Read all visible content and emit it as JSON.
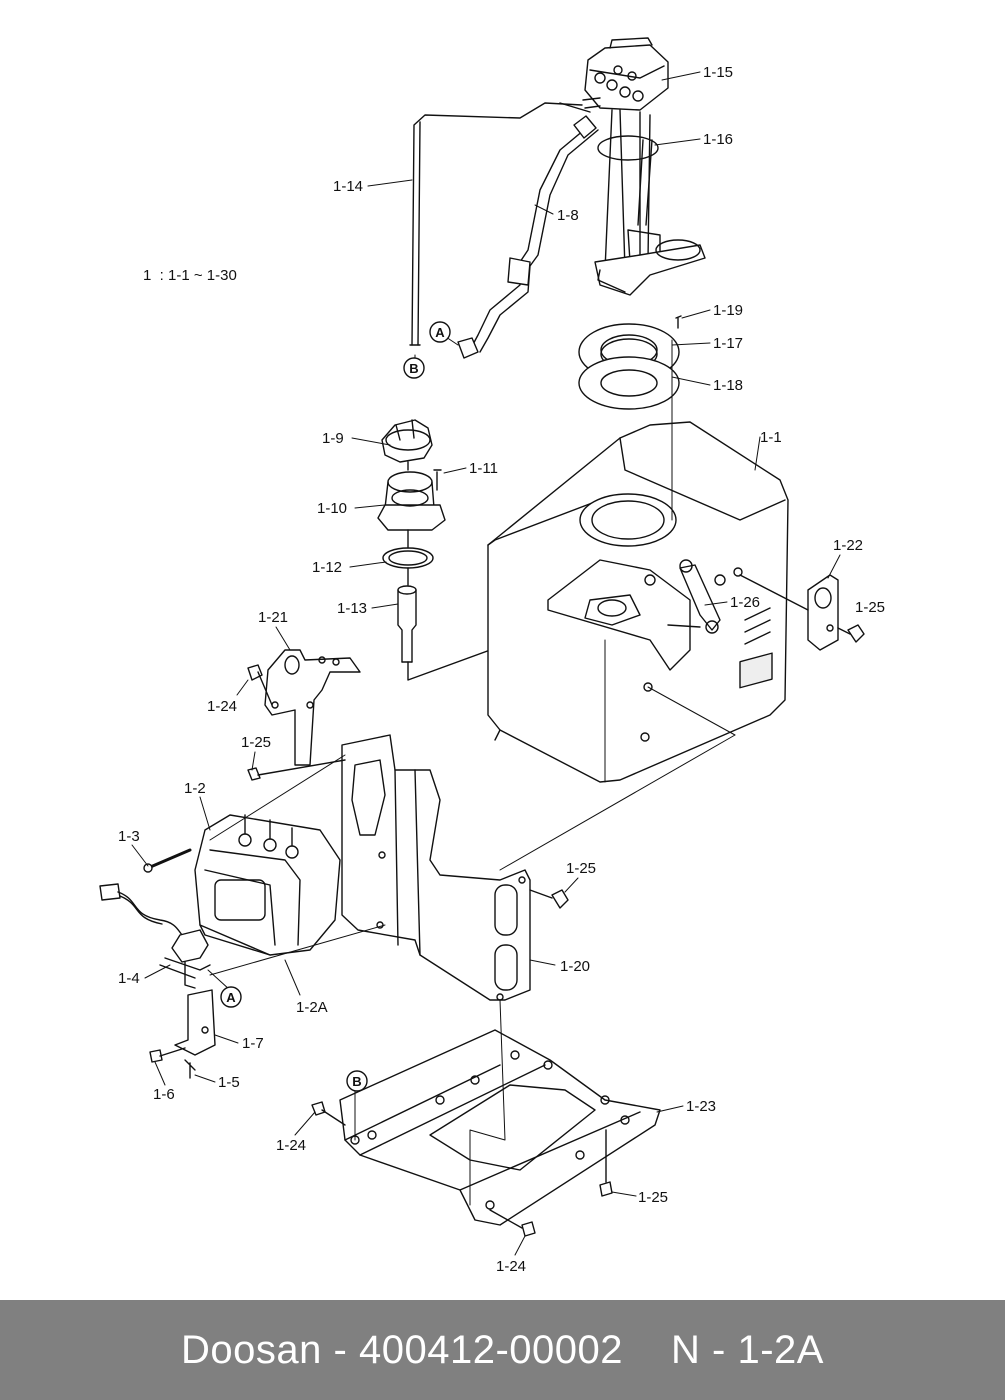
{
  "diagram": {
    "note": "1  : 1-1 ~ 1-30",
    "callouts": {
      "A_upper": "A",
      "B_upper": "B",
      "A_lower": "A",
      "B_lower": "B"
    },
    "labels": [
      {
        "id": "1-15",
        "text": "1-15"
      },
      {
        "id": "1-16",
        "text": "1-16"
      },
      {
        "id": "1-14",
        "text": "1-14"
      },
      {
        "id": "1-8",
        "text": "1-8"
      },
      {
        "id": "1-19",
        "text": "1-19"
      },
      {
        "id": "1-17",
        "text": "1-17"
      },
      {
        "id": "1-18",
        "text": "1-18"
      },
      {
        "id": "1-9",
        "text": "1-9"
      },
      {
        "id": "1-11",
        "text": "1-11"
      },
      {
        "id": "1-1",
        "text": "1-1"
      },
      {
        "id": "1-10",
        "text": "1-10"
      },
      {
        "id": "1-12",
        "text": "1-12"
      },
      {
        "id": "1-22",
        "text": "1-22"
      },
      {
        "id": "1-13",
        "text": "1-13"
      },
      {
        "id": "1-26",
        "text": "1-26"
      },
      {
        "id": "1-25a",
        "text": "1-25"
      },
      {
        "id": "1-21",
        "text": "1-21"
      },
      {
        "id": "1-24a",
        "text": "1-24"
      },
      {
        "id": "1-25b",
        "text": "1-25"
      },
      {
        "id": "1-2",
        "text": "1-2"
      },
      {
        "id": "1-3",
        "text": "1-3"
      },
      {
        "id": "1-25c",
        "text": "1-25"
      },
      {
        "id": "1-20",
        "text": "1-20"
      },
      {
        "id": "1-4",
        "text": "1-4"
      },
      {
        "id": "1-2A",
        "text": "1-2A"
      },
      {
        "id": "1-7",
        "text": "1-7"
      },
      {
        "id": "1-5",
        "text": "1-5"
      },
      {
        "id": "1-6",
        "text": "1-6"
      },
      {
        "id": "1-23",
        "text": "1-23"
      },
      {
        "id": "1-24b",
        "text": "1-24"
      },
      {
        "id": "1-25d",
        "text": "1-25"
      },
      {
        "id": "1-24c",
        "text": "1-24"
      }
    ]
  },
  "footer": {
    "brand": "Doosan",
    "sep1": "-",
    "part_number": "400412-00002",
    "ref": "N - 1-2A"
  }
}
